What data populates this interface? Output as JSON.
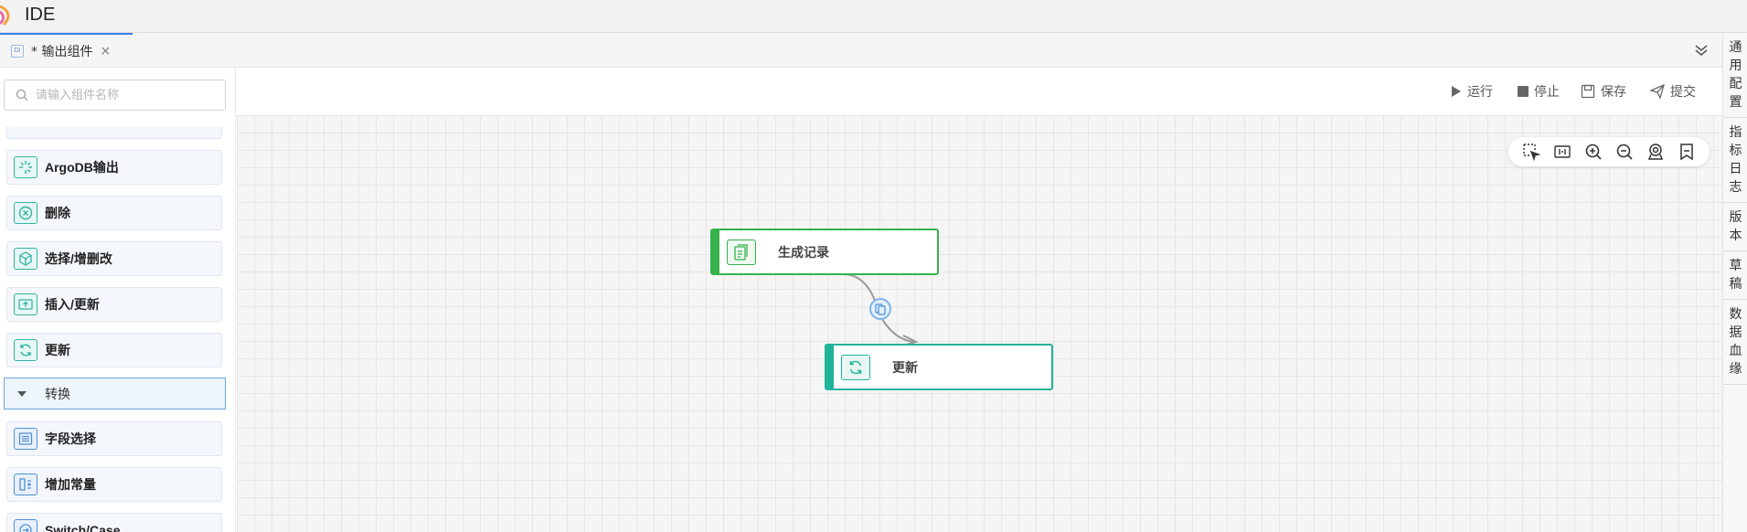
{
  "app": {
    "title": "IDE"
  },
  "tabs": [
    {
      "badge": "DI",
      "label": "* 输出组件",
      "close": "×"
    }
  ],
  "search": {
    "placeholder": "请输入组件名称"
  },
  "components": [
    {
      "label": "ArgoDB输出",
      "icon": "argodb-icon"
    },
    {
      "label": "删除",
      "icon": "delete-circle-icon"
    },
    {
      "label": "选择/增删改",
      "icon": "cube-icon"
    },
    {
      "label": "插入/更新",
      "icon": "insert-update-icon"
    },
    {
      "label": "更新",
      "icon": "refresh-icon"
    }
  ],
  "group": {
    "label": "转换"
  },
  "transform_components": [
    {
      "label": "字段选择",
      "icon": "field-select-icon"
    },
    {
      "label": "增加常量",
      "icon": "add-constant-icon"
    },
    {
      "label": "Switch/Case",
      "icon": "switch-case-icon"
    }
  ],
  "toolbar": {
    "run": "运行",
    "stop": "停止",
    "save": "保存",
    "submit": "提交"
  },
  "right_panel": [
    {
      "label": "通用配置",
      "chars": [
        "通",
        "用",
        "配",
        "置"
      ]
    },
    {
      "label": "指标日志",
      "chars": [
        "指",
        "标",
        "日",
        "志"
      ]
    },
    {
      "label": "版本",
      "chars": [
        "版",
        "本"
      ]
    },
    {
      "label": "草稿",
      "chars": [
        "草",
        "稿"
      ]
    },
    {
      "label": "数据血缘",
      "chars": [
        "数",
        "据",
        "血",
        "缘"
      ]
    }
  ],
  "canvas_tools": [
    "box-select-icon",
    "fit-view-icon",
    "zoom-in-icon",
    "zoom-out-icon",
    "locate-icon",
    "minimap-icon"
  ],
  "nodes": [
    {
      "label": "生成记录",
      "icon": "records-icon",
      "color": "#36b24d"
    },
    {
      "label": "更新",
      "icon": "refresh-icon",
      "color": "#1fb39a"
    }
  ],
  "colors": {
    "accent": "#3d7df2",
    "node_green": "#36b24d",
    "node_teal": "#1fb39a",
    "edge": "#999999"
  }
}
